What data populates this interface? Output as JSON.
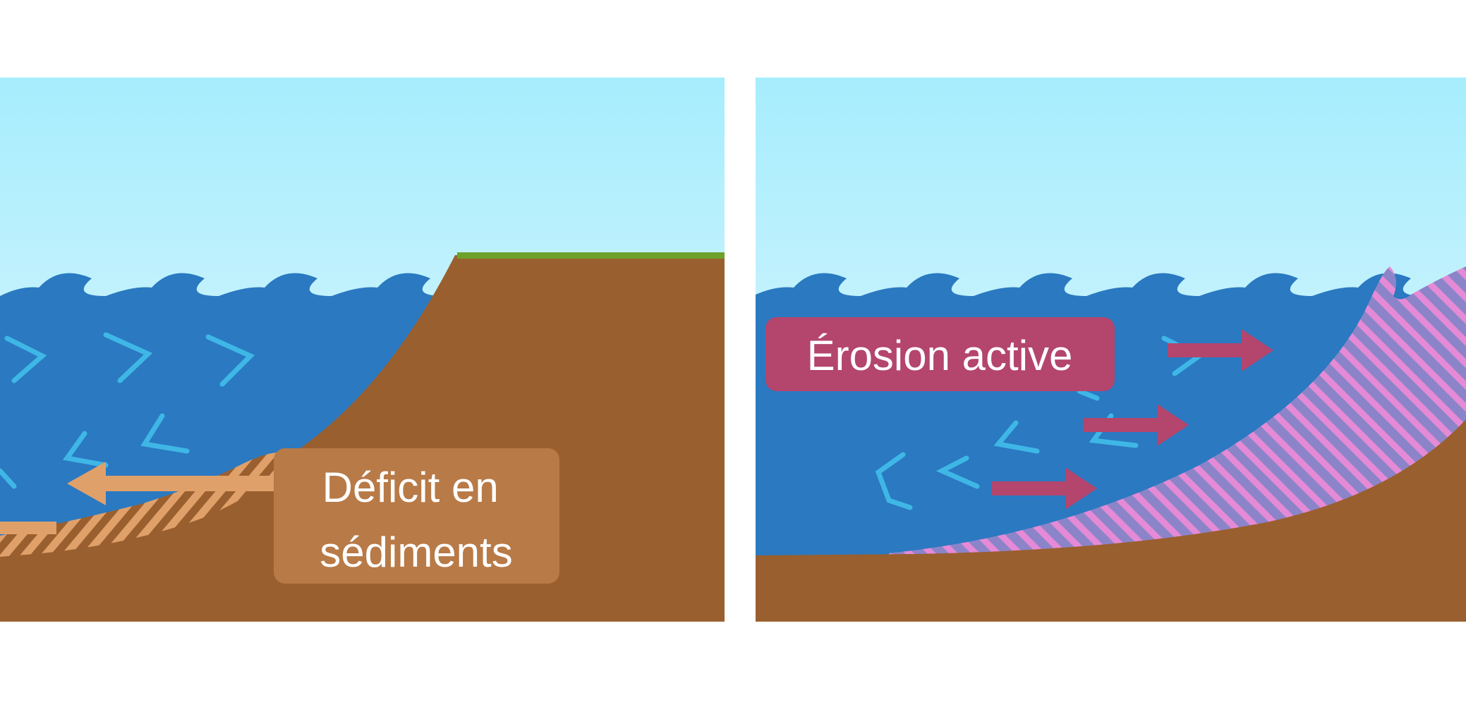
{
  "panels": [
    {
      "id": "sediment-deficit",
      "label_lines": [
        "Déficit en",
        "sédiments"
      ],
      "label_color": "#b87a47",
      "arrow_color": "#e0a06a"
    },
    {
      "id": "active-erosion",
      "label_lines": [
        "Érosion active"
      ],
      "label_color": "#b4456d",
      "arrow_color": "#b4456d"
    }
  ],
  "colors": {
    "sky_top": "#a6edfd",
    "sky_bottom": "#eaf9fd",
    "water": "#2a79c1",
    "wave_line": "#3fb7e6",
    "ground": "#9a5f2e",
    "grass": "#6da12a",
    "erosion_stripe_a": "#8c84c9",
    "erosion_stripe_b": "#e58ad6",
    "background": "#ffffff"
  }
}
